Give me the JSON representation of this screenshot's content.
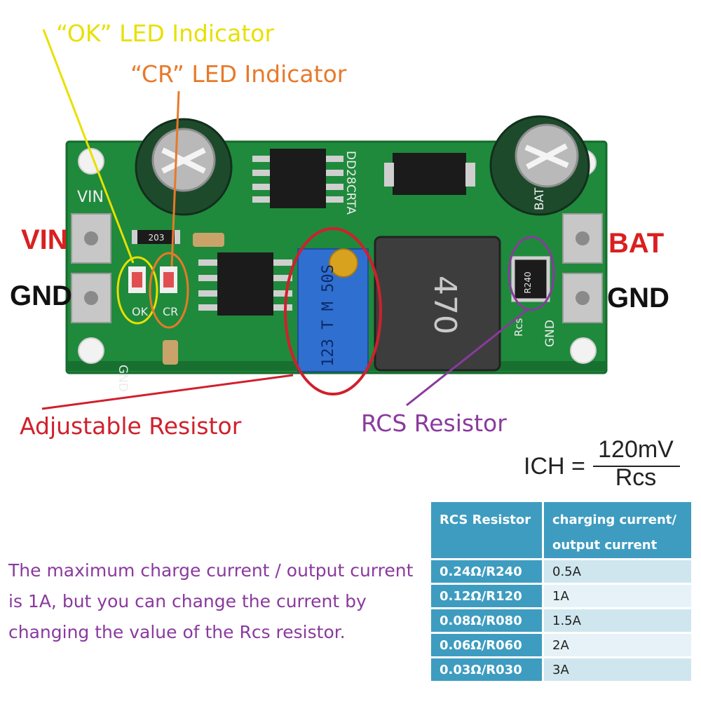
{
  "callouts": {
    "ok_led": "“OK” LED Indicator",
    "cr_led": "“CR” LED Indicator",
    "adjustable_resistor": "Adjustable Resistor",
    "rcs_resistor": "RCS Resistor"
  },
  "pins": {
    "vin": "VIN",
    "gnd_left": "GND",
    "bat": "BAT",
    "gnd_right": "GND"
  },
  "board_silkscreen": {
    "part_code": "DD28CRTA",
    "vin": "VIN",
    "gnd": "GND",
    "bat": "BAT",
    "ok": "OK",
    "cr": "CR",
    "rcs": "Rcs",
    "pot_marking": "123 T M 50S",
    "inductor_marking": "470",
    "resistor_203": "203",
    "resistor_r240": "R240"
  },
  "formula": {
    "lhs": "ICH =",
    "numerator": "120mV",
    "denominator": "Rcs"
  },
  "table": {
    "headers": [
      "RCS Resistor",
      "charging current/\noutput current"
    ],
    "rows": [
      {
        "rcs": "0.24Ω/R240",
        "current": "0.5A"
      },
      {
        "rcs": "0.12Ω/R120",
        "current": "1A"
      },
      {
        "rcs": "0.08Ω/R080",
        "current": "1.5A"
      },
      {
        "rcs": "0.06Ω/R060",
        "current": "2A"
      },
      {
        "rcs": "0.03Ω/R030",
        "current": "3A"
      }
    ]
  },
  "note": "The maximum charge current / output current is 1A, but you can change the current by changing the value of the Rcs resistor.",
  "colors": {
    "pcb": "#1f8a3c",
    "ok_callout": "#e8e000",
    "cr_callout": "#e8792a",
    "adjustable_callout": "#d0202c",
    "rcs_callout": "#8a3a9e",
    "table_header": "#3e9cc0"
  }
}
